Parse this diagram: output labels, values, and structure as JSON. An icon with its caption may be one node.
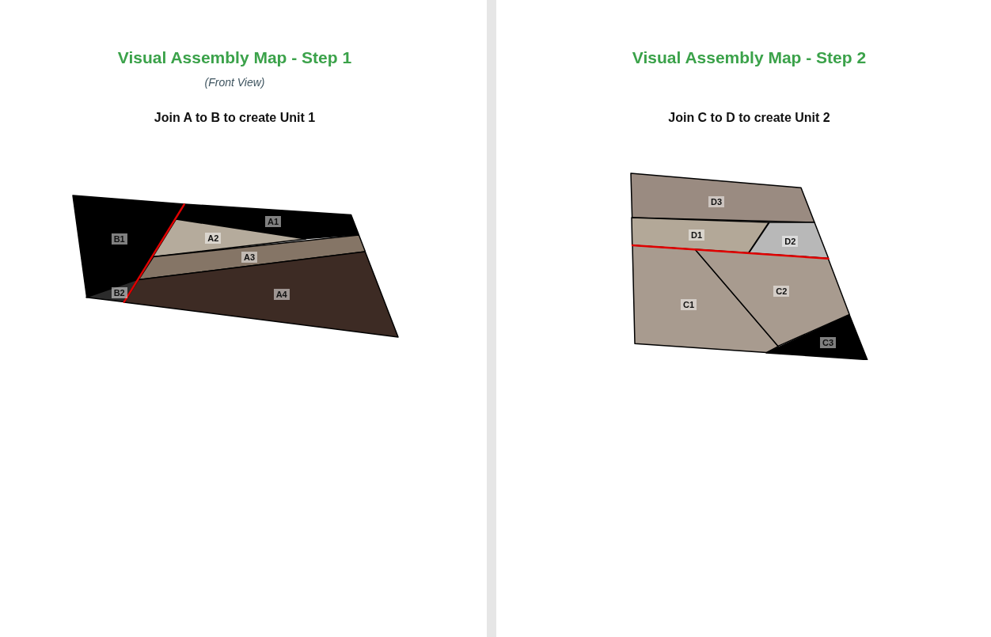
{
  "diagram": {
    "nodes": [
      {
        "text": [
          "B1"
        ]
      },
      {
        "text": [
          "A1"
        ]
      },
      {
        "text": [
          "A2"
        ]
      },
      {
        "text": [
          "A3"
        ]
      },
      {
        "text": [
          "B2"
        ]
      },
      {
        "text": [
          "A4"
        ]
      },
      {
        "text": [
          "D3"
        ]
      },
      {
        "text": [
          "D1"
        ]
      },
      {
        "text": [
          "D2"
        ]
      },
      {
        "text": [
          "C1"
        ]
      },
      {
        "text": [
          "C2"
        ]
      },
      {
        "text": [
          "C3"
        ]
      }
    ],
    "labels": [
      "Visual Assembly Map - Step 1",
      "(Front View)",
      "Join A to B to create Unit 1",
      "Visual Assembly Map - Step 2",
      "Join C to D to create Unit 2"
    ]
  }
}
